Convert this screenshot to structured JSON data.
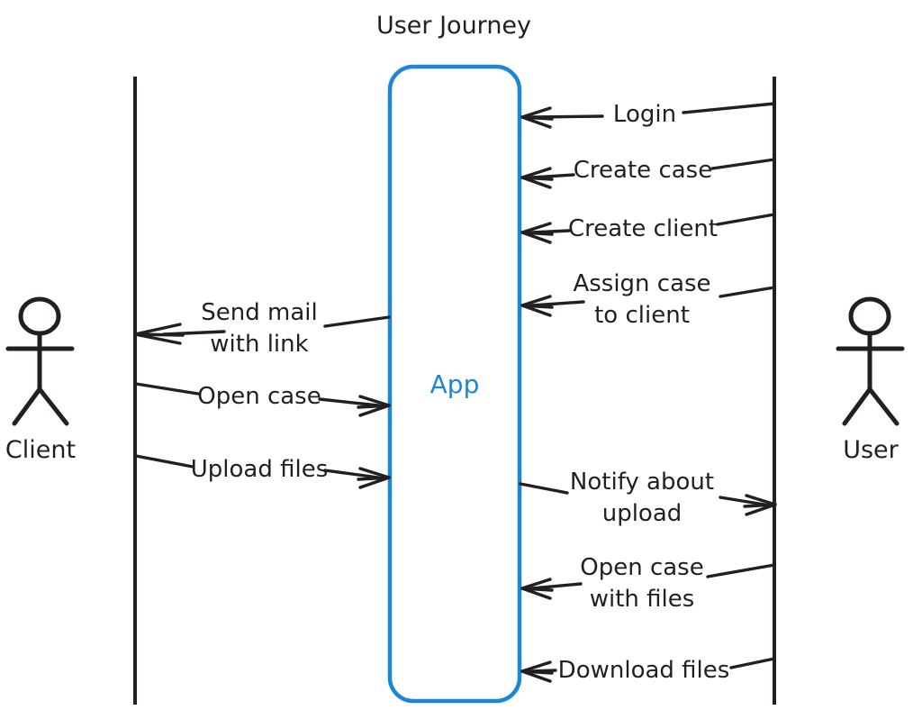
{
  "diagram": {
    "title": "User Journey",
    "type": "sequence-diagram",
    "colors": {
      "ink": "#231f20",
      "accent": "#1b87d8",
      "background": "#ffffff"
    },
    "actors": [
      {
        "id": "client",
        "label": "Client",
        "side": "left",
        "icon": "actor-stick-figure"
      },
      {
        "id": "user",
        "label": "User",
        "side": "right",
        "icon": "actor-stick-figure"
      }
    ],
    "system": {
      "id": "app",
      "label": "App"
    },
    "messages": [
      {
        "index": 1,
        "label": "Login",
        "from": "user",
        "to": "app",
        "direction": "left",
        "lines": [
          "Login"
        ]
      },
      {
        "index": 2,
        "label": "Create case",
        "from": "user",
        "to": "app",
        "direction": "left",
        "lines": [
          "Create case"
        ]
      },
      {
        "index": 3,
        "label": "Create client",
        "from": "user",
        "to": "app",
        "direction": "left",
        "lines": [
          "Create client"
        ]
      },
      {
        "index": 4,
        "label": "Assign case to client",
        "from": "user",
        "to": "app",
        "direction": "left",
        "lines": [
          "Assign case",
          "to client"
        ]
      },
      {
        "index": 5,
        "label": "Send mail with link",
        "from": "app",
        "to": "client",
        "direction": "left",
        "lines": [
          "Send mail",
          "with link"
        ]
      },
      {
        "index": 6,
        "label": "Open case",
        "from": "client",
        "to": "app",
        "direction": "right",
        "lines": [
          "Open case"
        ]
      },
      {
        "index": 7,
        "label": "Upload files",
        "from": "client",
        "to": "app",
        "direction": "right",
        "lines": [
          "Upload files"
        ]
      },
      {
        "index": 8,
        "label": "Notify about upload",
        "from": "app",
        "to": "user",
        "direction": "right",
        "lines": [
          "Notify about",
          "upload"
        ]
      },
      {
        "index": 9,
        "label": "Open case with files",
        "from": "user",
        "to": "app",
        "direction": "left",
        "lines": [
          "Open case",
          "with files"
        ]
      },
      {
        "index": 10,
        "label": "Download files",
        "from": "user",
        "to": "app",
        "direction": "left",
        "lines": [
          "Download files"
        ]
      }
    ]
  }
}
